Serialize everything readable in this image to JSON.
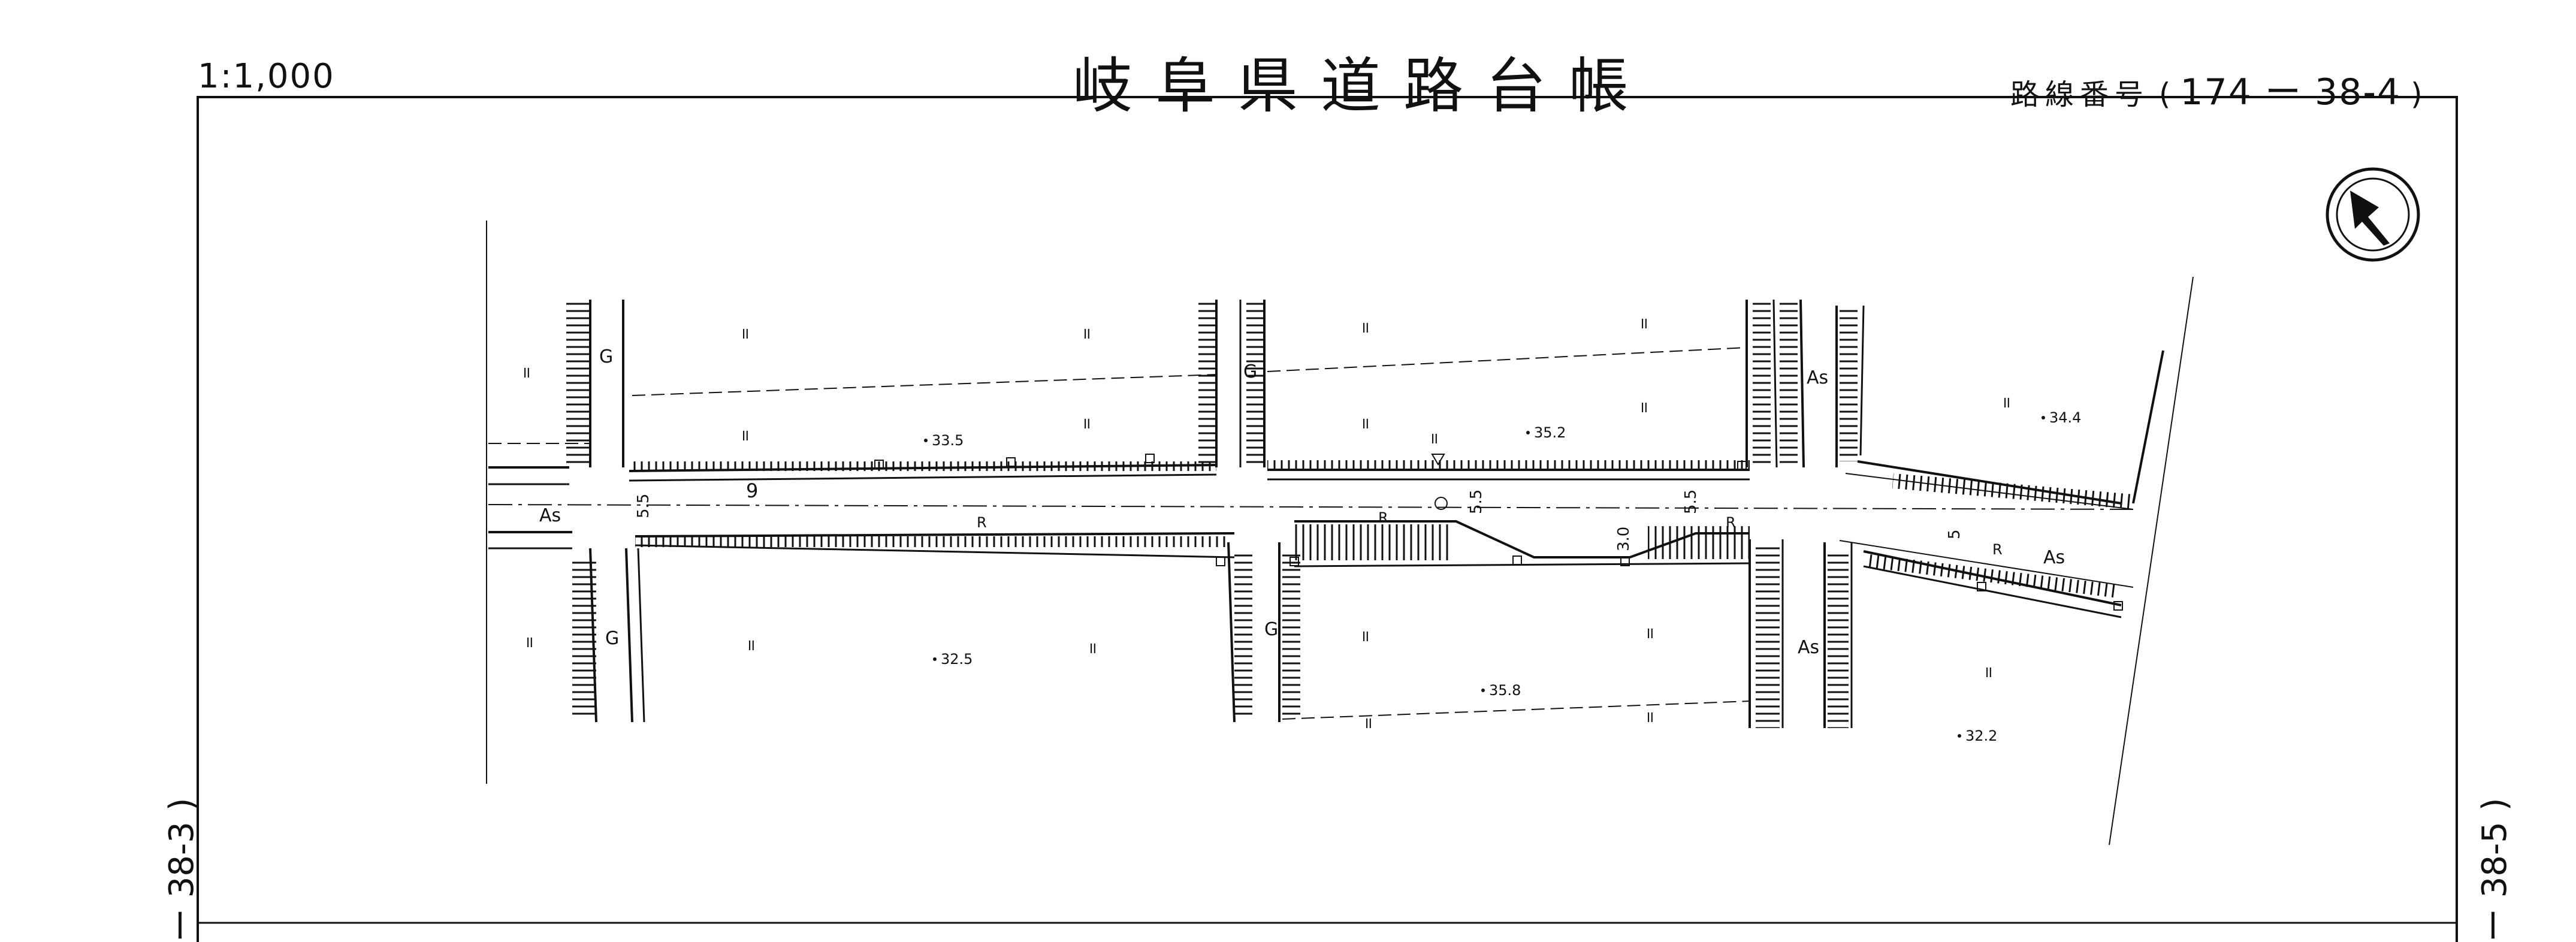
{
  "header": {
    "scale": "1:1,000",
    "title": "岐阜県道路台帳",
    "route_label": "路線番号",
    "route_open": "(",
    "route_number": "174 ー 38-4",
    "route_close": ")"
  },
  "adjacent_sheets": {
    "left": "ー 38-3 )",
    "right": "ー 38-5 )"
  },
  "north_arrow": "north-arrow-icon",
  "map": {
    "road_labels": {
      "as_left": "As",
      "as_upper_right": "As",
      "as_lower_right": "As",
      "as_road_right": "As",
      "r_1": "R",
      "r_2": "R",
      "r_3": "R",
      "r_4": "R",
      "g_1": "G",
      "g_2": "G",
      "g_3": "G",
      "g_4": "G"
    },
    "widths": {
      "w1": "5.5",
      "w2": "5.5",
      "w3": "5.5",
      "w4": "3.0",
      "w5": "5",
      "w6": "9"
    },
    "elevations": {
      "e1": "33.5",
      "e2": "35.2",
      "e3": "34.4",
      "e4": "32.5",
      "e5": "35.8",
      "e6": "32.2"
    },
    "land_use_mark": "॥"
  },
  "colors": {
    "ink": "#111111",
    "paper": "#ffffff"
  }
}
